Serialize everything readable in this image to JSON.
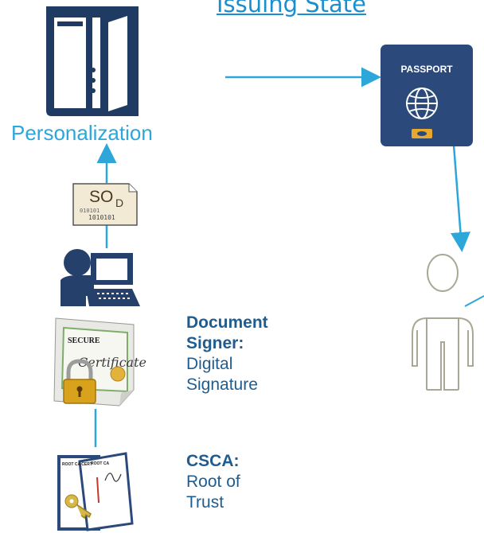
{
  "title": "Issuing State",
  "personalization": {
    "label": "Personalization"
  },
  "passport": {
    "label": "PASSPORT"
  },
  "sod": {
    "label": "SO",
    "subscript": "D",
    "bits1": "010101",
    "bits2": "1010101"
  },
  "certificate": {
    "secure": "SECURE",
    "word": "Certificate"
  },
  "root_ca": {
    "left": "ROOT CA\nCERT",
    "right": "ROOT CA"
  },
  "document_signer": {
    "heading1": "Document",
    "heading2": "Signer:",
    "line1": "Digital",
    "line2": "Signature"
  },
  "csca": {
    "heading": "CSCA:",
    "line1": "Root of",
    "line2": "Trust"
  },
  "colors": {
    "accent": "#2da6d9",
    "navy": "#2b4a7b",
    "heading": "#1f5c8f"
  }
}
